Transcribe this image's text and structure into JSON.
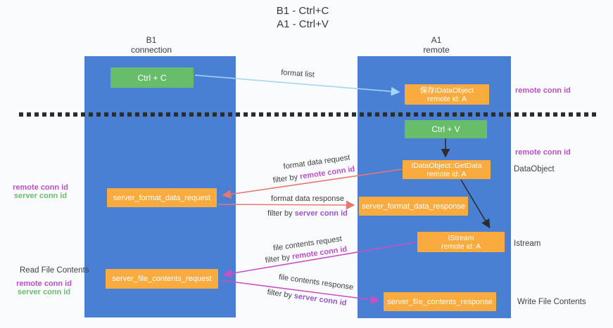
{
  "title": {
    "line1": "B1 - Ctrl+C",
    "line2": "A1 - Ctrl+V"
  },
  "columns": {
    "left": {
      "name": "B1",
      "role": "connection"
    },
    "right": {
      "name": "A1",
      "role": "remote"
    }
  },
  "boxes": {
    "ctrl_c": "Ctrl + C",
    "ctrl_v": "Ctrl + V",
    "save_idataobject": {
      "line1": "保存IDataObject",
      "line2": "remote id: A"
    },
    "getdata": {
      "line1": "IDataObject::GetData",
      "line2": "remote id: A"
    },
    "istream": {
      "line1": "IStream",
      "line2": "remote id: A"
    },
    "server_format_data_request": "server_format_data_request",
    "server_format_data_response": "server_format_data_response",
    "server_file_contents_request": "server_file_contents_request",
    "server_file_contents_response": "server_file_contents_response"
  },
  "flow_labels": {
    "format_list": "format list",
    "format_data_request": "format data request",
    "format_data_response": "format data response",
    "file_contents_request": "file contents request",
    "file_contents_response": "file contents response",
    "filter_by": "filter by",
    "remote_conn_id": "remote conn id",
    "server_conn_id": "server conn id"
  },
  "side_labels": {
    "right_remote_conn_id_top": "remote conn id",
    "right_remote_conn_id_mid": "remote conn id",
    "dataobject": "DataObject",
    "istream": "Istream",
    "write_file_contents": "Write File Contents",
    "read_file_contents": "Read File Contents",
    "left_remote_conn_id_top": "remote conn id",
    "left_server_conn_id_top": "server conn id",
    "left_remote_conn_id_bottom": "remote conn id",
    "left_server_conn_id_bottom": "server conn id"
  },
  "colors": {
    "column_blue": "#4a80d4",
    "box_green": "#67bd6a",
    "box_orange": "#f9ab40",
    "arrow_blue": "#a5d5f2",
    "arrow_salmon": "#e8776e",
    "arrow_magenta": "#c94fc4",
    "arrow_black": "#2d2d2d",
    "text_magenta": "#bb4fc6",
    "text_purple": "#9a55cc",
    "text_green": "#6cbe6e",
    "background": "#fafbfc"
  }
}
